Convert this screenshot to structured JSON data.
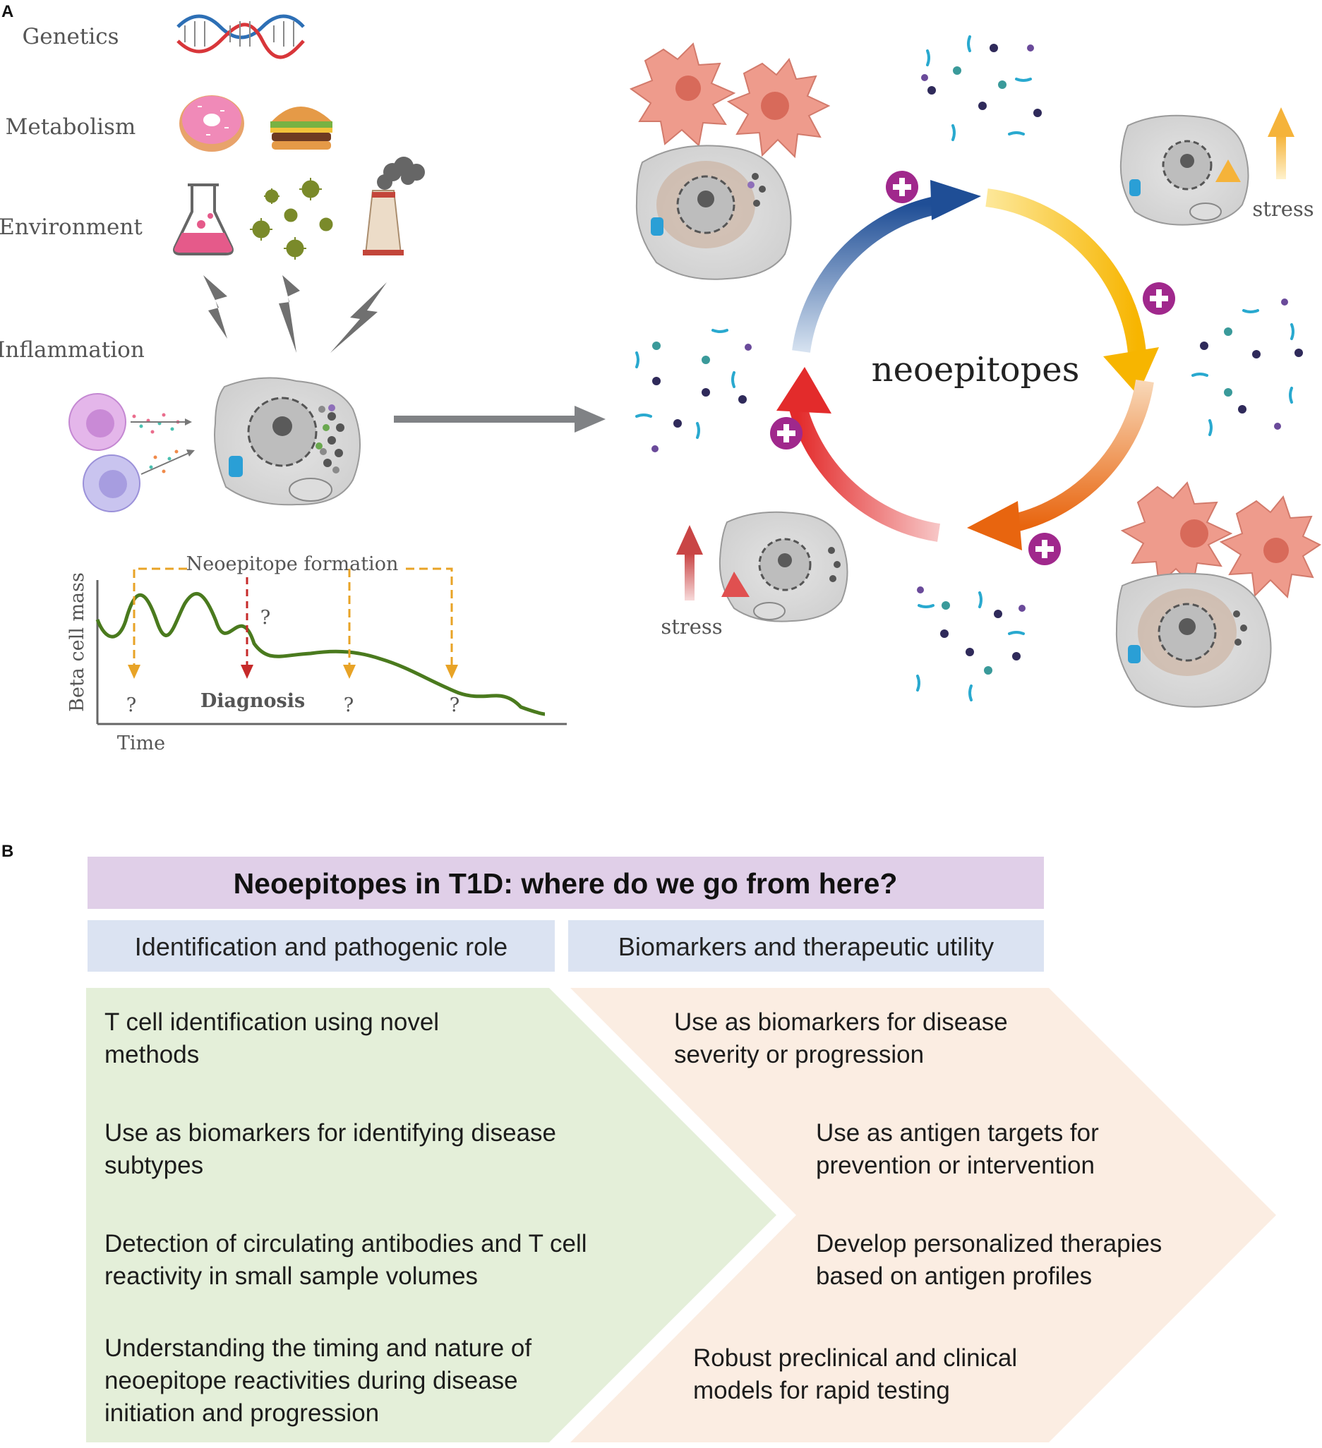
{
  "panel_a": {
    "letter": "A",
    "factors": [
      "Genetics",
      "Metabolism",
      "Environment",
      "Inflammation"
    ],
    "plot": {
      "title": "Neoepitope formation",
      "ylabel": "Beta cell mass",
      "xlabel": "Time",
      "diagnosis": "Diagnosis",
      "question": "?"
    },
    "cycle_label": "neoepitopes",
    "stress_label": "stress",
    "colors": {
      "blue": "#1f4e96",
      "yellow": "#f7b500",
      "orange": "#e8650f",
      "red": "#e32b2b",
      "plus": "#a0288c",
      "curve": "#4a7a1e",
      "dashed_orange": "#e8a326",
      "dashed_red": "#c62a2a"
    }
  },
  "panel_b": {
    "letter": "B",
    "title": "Neoepitopes in T1D: where do we go from here?",
    "left_header": "Identification and pathogenic role",
    "right_header": "Biomarkers and therapeutic utility",
    "left_items": [
      [
        "T cell identification using novel",
        "methods"
      ],
      [
        "Use as biomarkers for identifying disease",
        "subtypes"
      ],
      [
        "Detection of circulating antibodies and T cell",
        "reactivity in small sample volumes"
      ],
      [
        "Understanding the timing and nature of",
        "neoepitope reactivities during disease",
        "initiation and progression"
      ]
    ],
    "right_items": [
      [
        "Use as biomarkers for disease",
        "severity or progression"
      ],
      [
        "Use as antigen targets for",
        "prevention or intervention"
      ],
      [
        "Develop personalized therapies",
        "based on antigen profiles"
      ],
      [
        "Robust preclinical and clinical",
        "models for rapid testing"
      ]
    ],
    "colors": {
      "title_bg": "#e0cfe8",
      "header_bg": "#dbe3f2",
      "left_bg": "#e4efd9",
      "right_bg": "#fbede2"
    }
  }
}
